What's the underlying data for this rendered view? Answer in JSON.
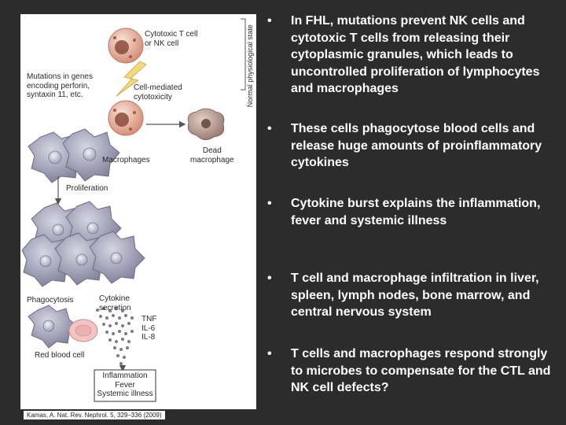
{
  "figure": {
    "labels": {
      "cytotoxic": "Cytotoxic T cell\nor NK cell",
      "normal_state": "Normal physiological state",
      "mutations": "Mutations in genes\nencoding perforin,\nsyntaxin 11, etc.",
      "cell_mediated": "Cell-mediated\ncytotoxicity",
      "macrophages": "Macrophages",
      "dead_macrophage": "Dead\nmacrophage",
      "proliferation": "Proliferation",
      "phagocytosis": "Phagocytosis",
      "cytokine_secretion": "Cytokine\nsecretion",
      "cytokines": "TNF\nIL-6\nIL-8",
      "red_blood_cell": "Red blood cell",
      "outcome": "Inflammation\nFever\nSystemic illness"
    },
    "citation": "Kamas, A. Nat. Rev. Nephrol. 5, 329–336 (2009)",
    "colors": {
      "t_cell": "#e8b8a8",
      "macrophage": "#9a98b0",
      "red_blood_cell": "#f3c4c4",
      "lightning": "#f6d77a",
      "arrow": "#555555"
    }
  },
  "bullets": [
    {
      "text": "In FHL, mutations prevent NK cells and cytotoxic T cells from releasing their cytoplasmic granules, which leads to uncontrolled proliferation of lymphocytes and macrophages"
    },
    {
      "text": "These cells phagocytose blood cells and release huge amounts of proinflammatory cytokines"
    },
    {
      "text": "Cytokine burst explains the inflammation, fever and systemic illness"
    },
    {
      "text": "T cell and macrophage infiltration in liver, spleen, lymph nodes, bone marrow, and central nervous system"
    },
    {
      "text": "T cells and macrophages respond strongly to microbes to compensate for the CTL and NK cell defects?"
    }
  ],
  "bullet_char": "•"
}
